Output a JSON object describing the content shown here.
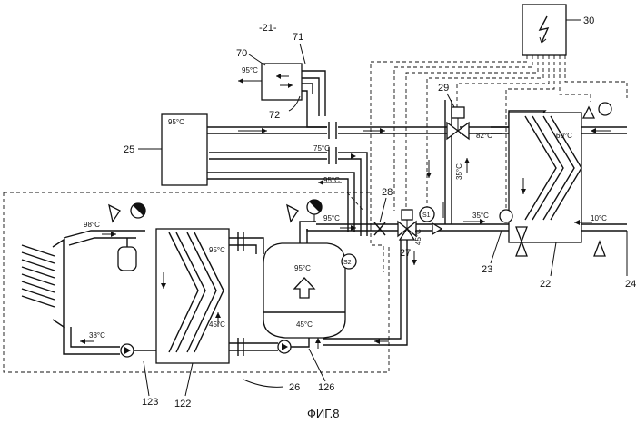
{
  "figure": {
    "title": "-21-",
    "caption": "ФИГ.8"
  },
  "refs": {
    "r21": "-21-",
    "r70": "70",
    "r71": "71",
    "r72": "72",
    "r25": "25",
    "r30": "30",
    "r29": "29",
    "r28": "28",
    "r27": "27",
    "r23": "23",
    "r22": "22",
    "r24": "24",
    "r26": "26",
    "r123": "123",
    "r122": "122",
    "r126": "126"
  },
  "sensors": {
    "s1": "S1",
    "s2": "S2"
  },
  "temps": {
    "t95_boiler_out": "95°C",
    "t95_header": "95°C",
    "t75": "75°C",
    "t95_return": "95°C",
    "t95_feed": "95°C",
    "t98": "98°C",
    "t95_tank_in": "95°C",
    "t95_tank": "95°C",
    "t45_hx": "45°C",
    "t45_tank": "45°C",
    "t38": "38°C",
    "t45_out": "45°C",
    "t82": "82°C",
    "t35_mid": "35°C",
    "t35_low": "35°C",
    "t60": "60°C",
    "t10": "10°C"
  }
}
